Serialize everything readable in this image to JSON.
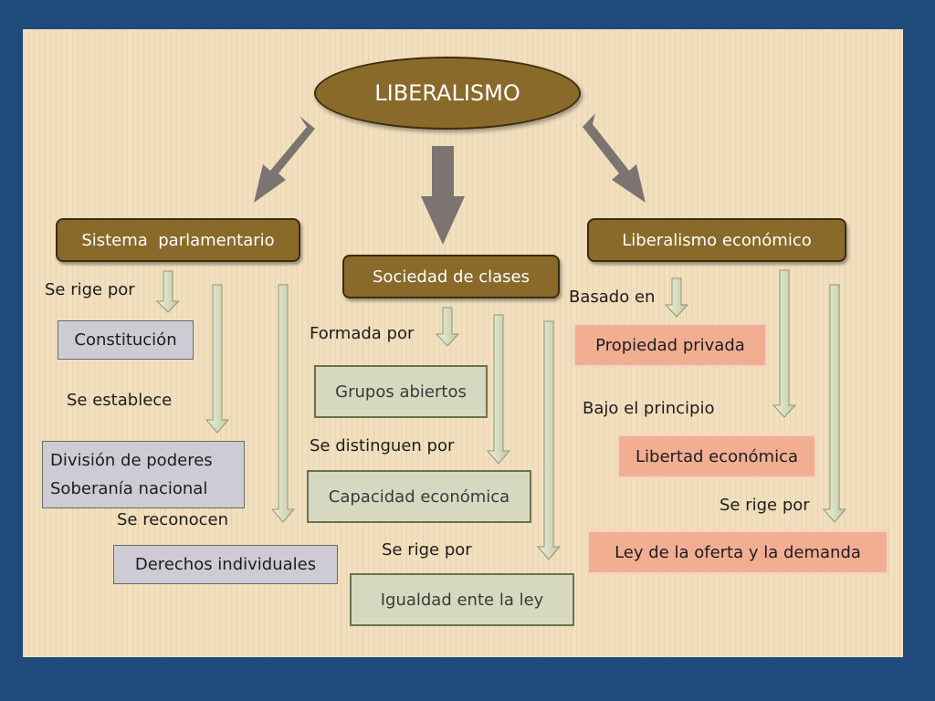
{
  "root": "LIBERALISMO",
  "branches": {
    "parlamentario": {
      "title": "Sistema  parlamentario",
      "label_rige": "Se rige por",
      "constitucion": "Constitución",
      "label_establece": "Se establece",
      "poderes_1": "División de poderes",
      "poderes_2": "Soberanía nacional",
      "label_reconocen": "Se reconocen",
      "derechos": "Derechos individuales"
    },
    "sociedad": {
      "title": "Sociedad de clases",
      "label_formada": "Formada por",
      "grupos": "Grupos abiertos",
      "label_distinguen": "Se distinguen por",
      "capacidad": "Capacidad económica",
      "label_rige": "Se rige por",
      "igualdad": "Igualdad ente la ley"
    },
    "economico": {
      "title": "Liberalismo económico",
      "label_basado": "Basado en",
      "propiedad": "Propiedad privada",
      "label_principio": "Bajo el principio",
      "libertad": "Libertad económica",
      "label_rige": "Se rige por",
      "ley": "Ley de la oferta y la demanda"
    }
  },
  "colors": {
    "background": "#1f4a7c",
    "slide": "#f1dfbd",
    "brown_box": "#8a6a2a",
    "gray_box": "#cfcbd4",
    "green_box": "#d6d9c0",
    "salmon_box": "#f2ae92",
    "big_arrow": "#7b7470",
    "small_arrow": "#d0d6b6"
  }
}
